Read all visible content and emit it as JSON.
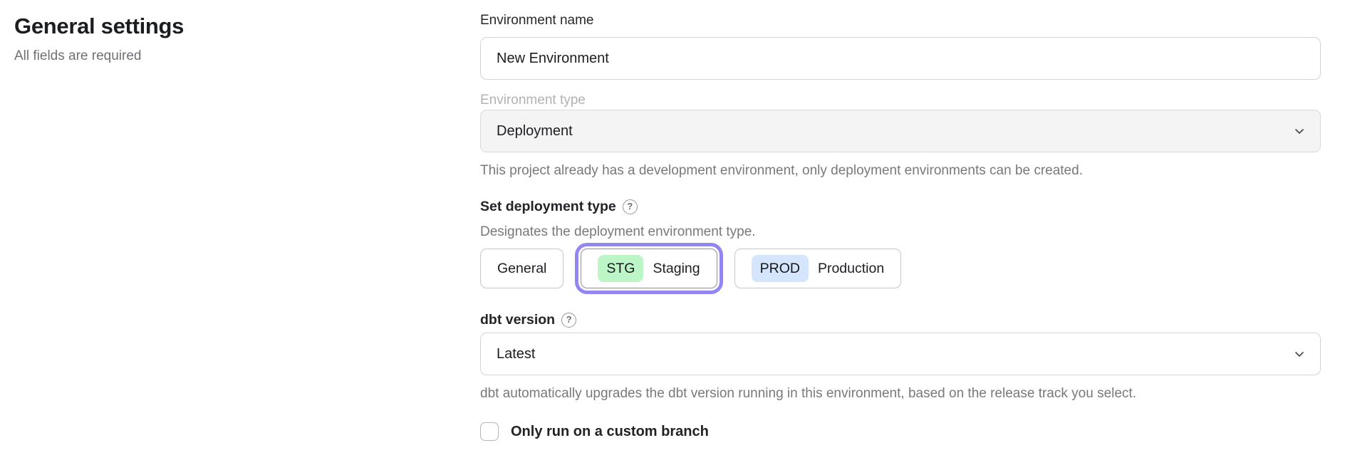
{
  "left_panel": {
    "title": "General settings",
    "subtitle": "All fields are required"
  },
  "form": {
    "environment_name": {
      "label": "Environment name",
      "value": "New Environment"
    },
    "environment_type": {
      "label": "Environment type",
      "value": "Deployment",
      "disabled": true,
      "help": "This project already has a development environment, only deployment environments can be created."
    },
    "deployment_type": {
      "label": "Set deployment type",
      "description": "Designates the deployment environment type.",
      "options": [
        {
          "label": "General",
          "selected": false
        },
        {
          "badge": "STG",
          "label": "Staging",
          "selected": true,
          "badge_color": "#bdf6c6"
        },
        {
          "badge": "PROD",
          "label": "Production",
          "selected": false,
          "badge_color": "#d5e5fb"
        }
      ]
    },
    "dbt_version": {
      "label": "dbt version",
      "value": "Latest",
      "help": "dbt automatically upgrades the dbt version running in this environment, based on the release track you select."
    },
    "custom_branch": {
      "label": "Only run on a custom branch",
      "checked": false
    }
  },
  "icons": {
    "help_glyph": "?"
  },
  "colors": {
    "selected_ring_purple": "#9186f2",
    "staging_badge_green": "#bdf6c6",
    "production_badge_blue": "#d5e5fb",
    "disabled_field_bg": "#f4f4f5"
  }
}
